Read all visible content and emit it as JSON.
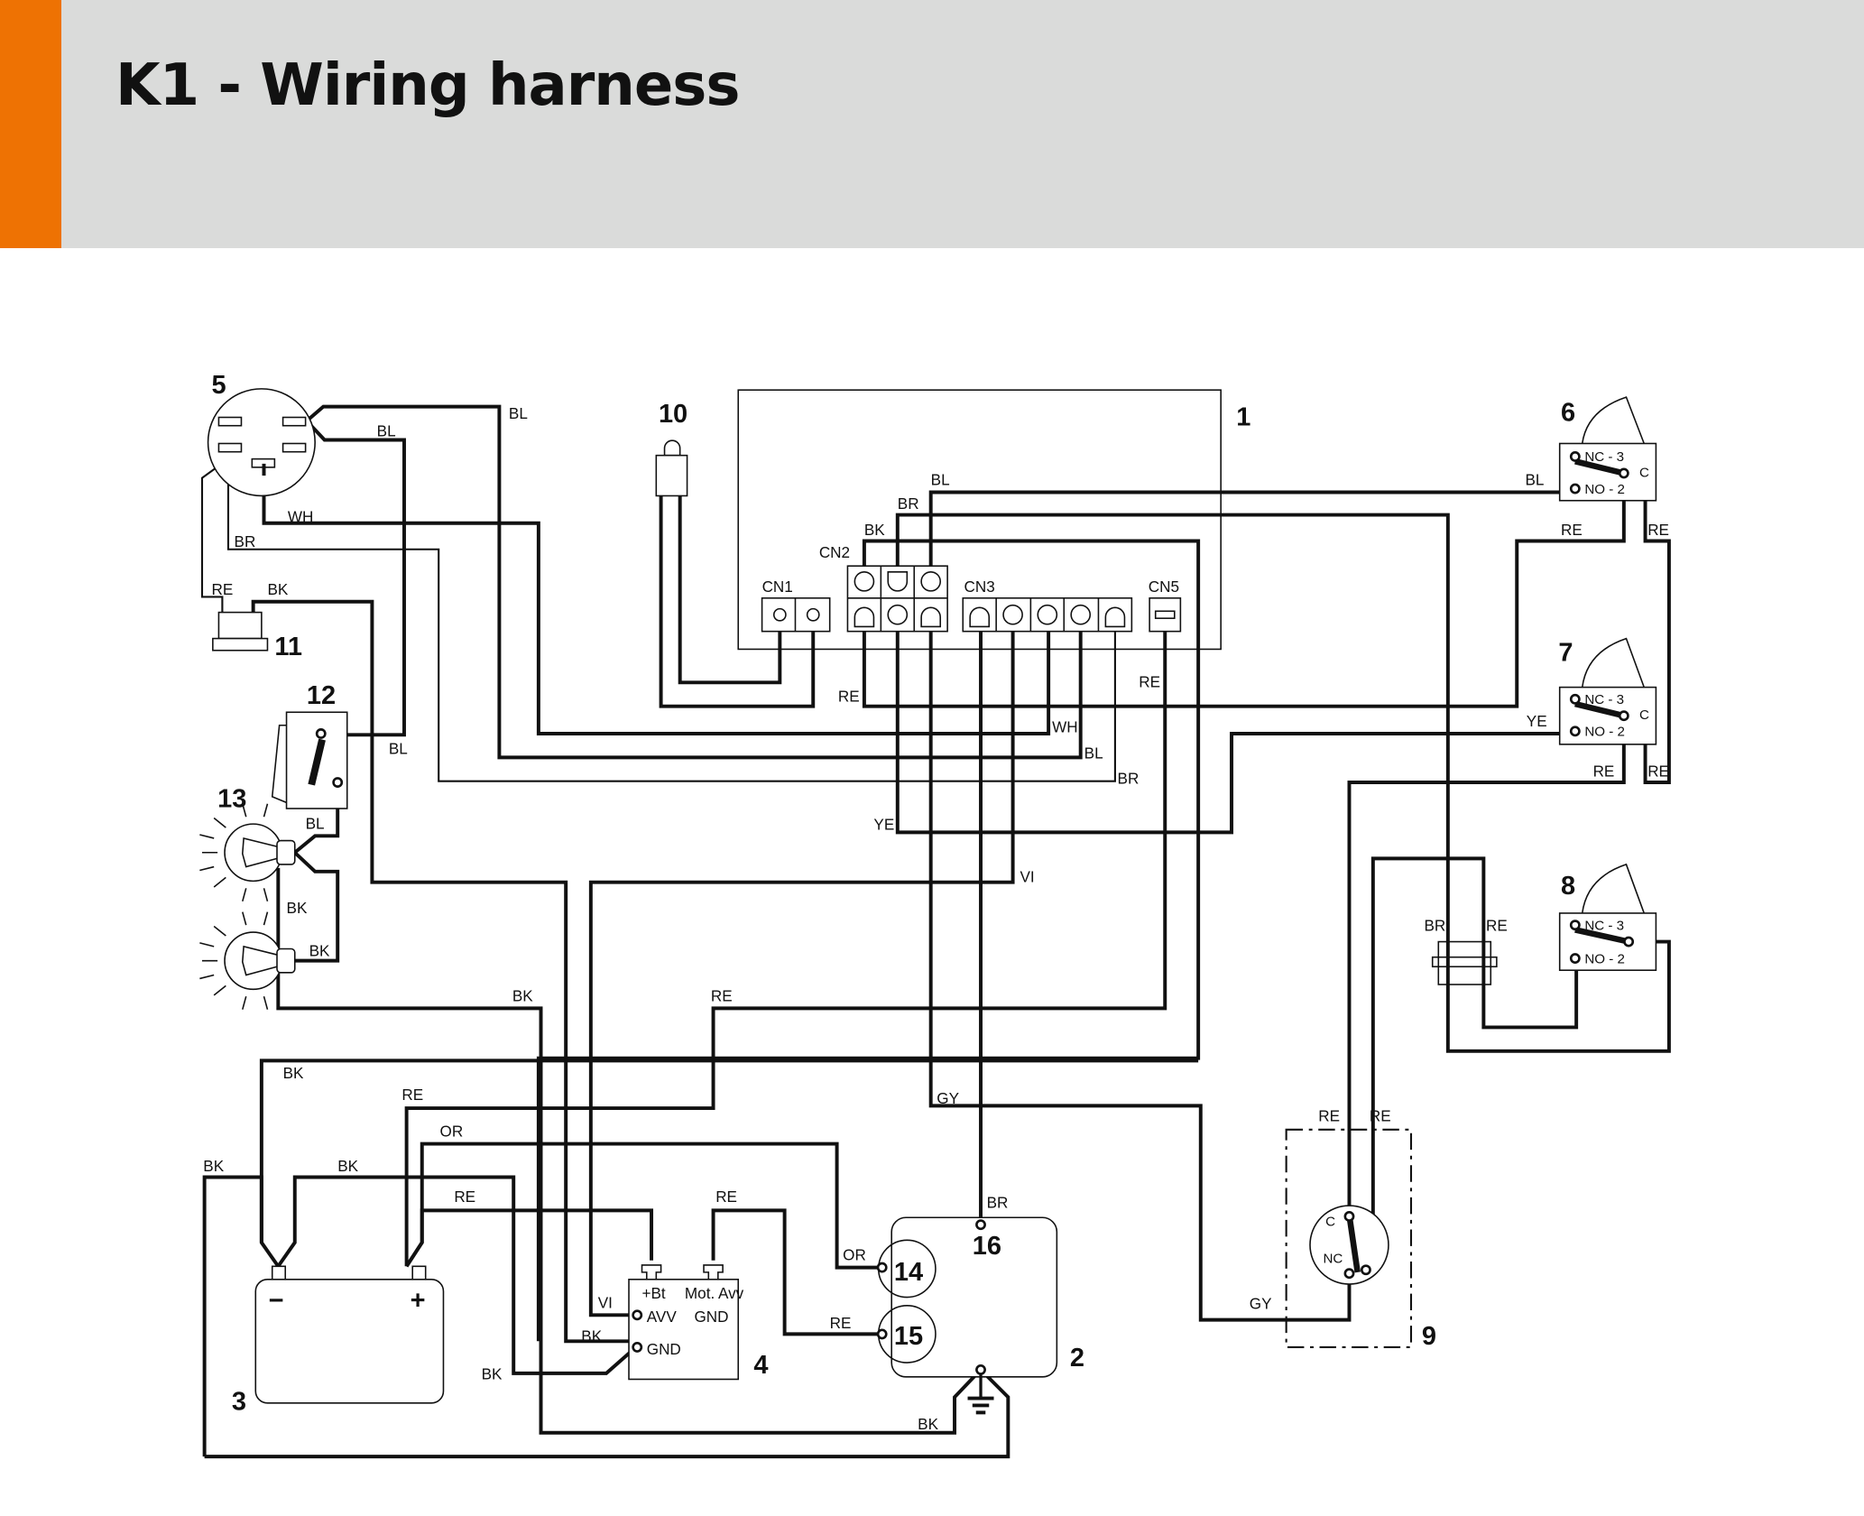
{
  "header": {
    "title": "K1 - Wiring harness",
    "accent_color": "#ee7203",
    "background_color": "#dadbda"
  },
  "components": {
    "c1": "1",
    "c2": "2",
    "c3": "3",
    "c4": "4",
    "c5": "5",
    "c6": "6",
    "c7": "7",
    "c8": "8",
    "c9": "9",
    "c10": "10",
    "c11": "11",
    "c12": "12",
    "c13": "13",
    "c14": "14",
    "c15": "15",
    "c16": "16"
  },
  "connectors": {
    "cn1": "CN1",
    "cn2": "CN2",
    "cn3": "CN3",
    "cn5": "CN5"
  },
  "switch_pins": {
    "nc3": "NC - 3",
    "no2": "NO - 2",
    "c": "C",
    "nc": "NC"
  },
  "battery": {
    "minus": "−",
    "plus": "+"
  },
  "module4": {
    "bt": "+Bt",
    "motavv": "Mot. Avv",
    "avv": "AVV",
    "gnd": "GND",
    "gnd2": "GND"
  },
  "wire_labels": {
    "bl1": "BL",
    "bl2": "BL",
    "wh1": "WH",
    "br1": "BR",
    "re1": "RE",
    "bk1": "BK",
    "bl_cn2": "BL",
    "br_cn2": "BR",
    "bk_cn2": "BK",
    "bl_sw6": "BL",
    "re_sw6a": "RE",
    "re_sw6b": "RE",
    "re_cn2": "RE",
    "re_cn5": "RE",
    "wh2": "WH",
    "bl3": "BL",
    "br2": "BR",
    "ye1": "YE",
    "ye_sw7": "YE",
    "re_sw7a": "RE",
    "re_sw7b": "RE",
    "bl_sw12": "BL",
    "bl_bulb": "BL",
    "bk_bulb1": "BK",
    "bk_bulb2": "BK",
    "vi1": "VI",
    "bk_mid": "BK",
    "re_mid": "RE",
    "br_fuse": "BR",
    "re_fuse": "RE",
    "bk_bat1": "BK",
    "re_bat1": "RE",
    "or1": "OR",
    "bk_bat2": "BK",
    "bk_bat3": "BK",
    "re_bat2": "RE",
    "re_mot": "RE",
    "gy1": "GY",
    "re_9a": "RE",
    "re_9b": "RE",
    "br_16": "BR",
    "or_14": "OR",
    "re_15": "RE",
    "vi_avv": "VI",
    "bk_gnd": "BK",
    "bk_gnd2": "BK",
    "bk_ground": "BK",
    "gy2": "GY"
  }
}
